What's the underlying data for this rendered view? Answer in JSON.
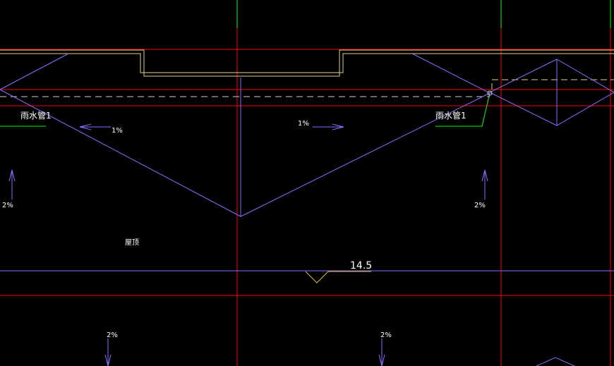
{
  "drawing": {
    "drain_label_left": "雨水管1",
    "drain_label_right": "雨水管1",
    "slope_left": "1%",
    "slope_mid": "1%",
    "slope_side_left": "2%",
    "slope_side_right": "2%",
    "roof_label": "屋顶",
    "elevation_value": "14.5",
    "slope_bottom_left": "2%",
    "slope_bottom_right": "2%"
  },
  "colors": {
    "background": "#000000",
    "axis_red": "#ff0000",
    "green": "#00ff00",
    "purple": "#8c6cff",
    "parapet": "#e2d08c",
    "text": "#ffffff",
    "elev_symbol": "#d8c02a"
  }
}
